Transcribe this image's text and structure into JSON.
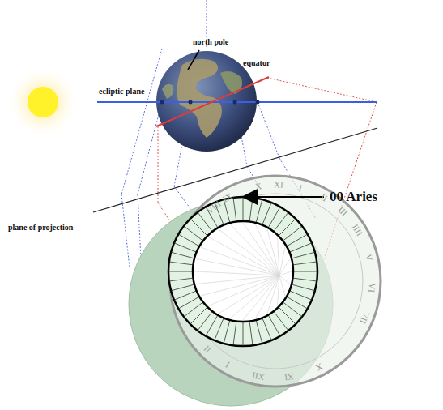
{
  "diagram": {
    "labels": [
      "north pole",
      "equator",
      "ecliptic plane",
      "00 Aries",
      "plane of projection",
      "VIII",
      "IX",
      "X",
      "XI",
      "I",
      "II",
      "III",
      "IIII",
      "V",
      "VI",
      "VII",
      "X",
      "XI",
      "XII",
      "I",
      "II"
    ]
  }
}
